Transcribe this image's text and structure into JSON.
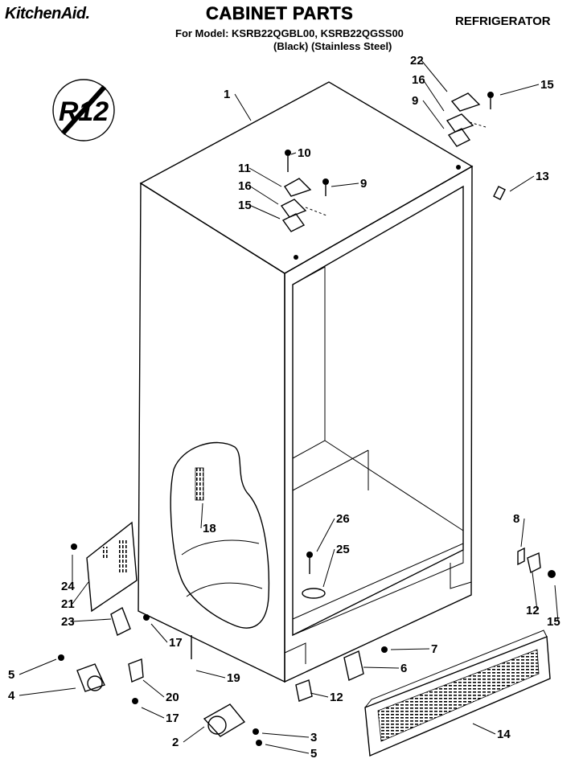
{
  "header": {
    "brand": "KitchenAid.",
    "title": "CABINET PARTS",
    "model_line": "For Model: KSRB22QGBL00, KSRB22QGSS00",
    "variant_line": "(Black)  (Stainless Steel)",
    "category": "REFRIGERATOR"
  },
  "badge": {
    "text": "R12",
    "icon": "no-r12-refrigerant-icon"
  },
  "callouts": [
    "1",
    "22",
    "16",
    "15",
    "9",
    "10",
    "11",
    "16",
    "15",
    "9",
    "13",
    "18",
    "26",
    "25",
    "8",
    "24",
    "21",
    "23",
    "17",
    "12",
    "15",
    "5",
    "7",
    "6",
    "4",
    "19",
    "20",
    "17",
    "12",
    "14",
    "2",
    "3",
    "5"
  ]
}
